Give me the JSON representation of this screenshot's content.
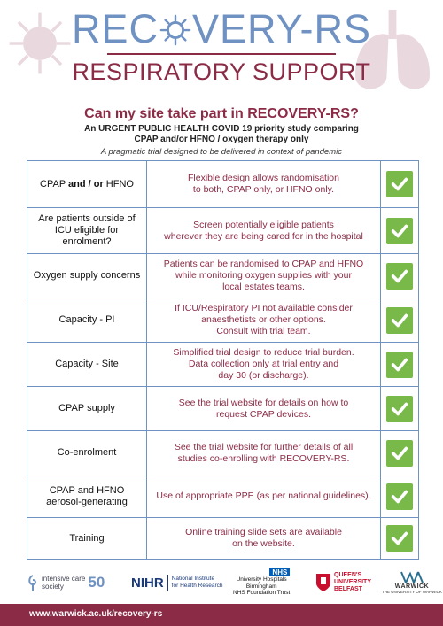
{
  "header": {
    "title_part1": "REC",
    "title_part2": "VERY-RS",
    "subtitle": "RESPIRATORY SUPPORT"
  },
  "headline": "Can my site take part in RECOVERY-RS?",
  "subhead_line1": "An URGENT PUBLIC HEALTH COVID 19 priority study comparing",
  "subhead_line2": "CPAP and/or HFNO / oxygen therapy only",
  "tagline": "A pragmatic trial designed to be delivered in context of pandemic",
  "rows": [
    {
      "q_a": "CPAP ",
      "q_b": "and / or",
      "q_c": " HFNO",
      "answer": "Flexible design allows randomisation\nto both, CPAP only, or HFNO only.",
      "checked": true
    },
    {
      "q": "Are patients outside of ICU eligible for enrolment?",
      "answer": "Screen potentially eligible patients\nwherever they are being cared for in the hospital",
      "checked": true
    },
    {
      "q": "Oxygen supply concerns",
      "answer": "Patients can be randomised to CPAP and HFNO\nwhile monitoring oxygen supplies with your\nlocal estates teams.",
      "checked": true
    },
    {
      "q": "Capacity - PI",
      "answer": "If ICU/Respiratory PI not available consider\nanaesthetists or other options.\nConsult with trial team.",
      "checked": true
    },
    {
      "q": "Capacity - Site",
      "answer": "Simplified trial design to reduce trial burden.\nData collection only at trial entry and\nday 30 (or discharge).",
      "checked": true
    },
    {
      "q": "CPAP supply",
      "answer": "See the trial website for details on how to\nrequest CPAP devices.",
      "checked": true
    },
    {
      "q": "Co-enrolment",
      "answer": "See the trial website for further details of all\nstudies co-enrolling with RECOVERY-RS.",
      "checked": true
    },
    {
      "q": "CPAP and HFNO aerosol-generating",
      "answer": "Use of appropriate PPE (as per national guidelines).",
      "checked": true
    },
    {
      "q": "Training",
      "answer": "Online training slide sets are available\non the website.",
      "checked": true
    }
  ],
  "logos": {
    "ics_line1": "intensive care",
    "ics_line2": "society",
    "ics_anniv": "50",
    "nihr_mark": "NIHR",
    "nihr_line1": "National Institute",
    "nihr_line2": "for Health Research",
    "nhs_badge": "NHS",
    "nhs_line1": "University Hospitals",
    "nhs_line2": "Birmingham",
    "nhs_line3": "NHS Foundation Trust",
    "qub_line1": "QUEEN'S",
    "qub_line2": "UNIVERSITY",
    "qub_line3": "BELFAST",
    "warwick_name": "WARWICK",
    "warwick_tag": "THE UNIVERSITY OF WARWICK"
  },
  "footer_url": "www.warwick.ac.uk/recovery-rs",
  "colors": {
    "brand_blue": "#6f92c3",
    "brand_maroon": "#8b2b46",
    "check_green": "#78b94a"
  }
}
